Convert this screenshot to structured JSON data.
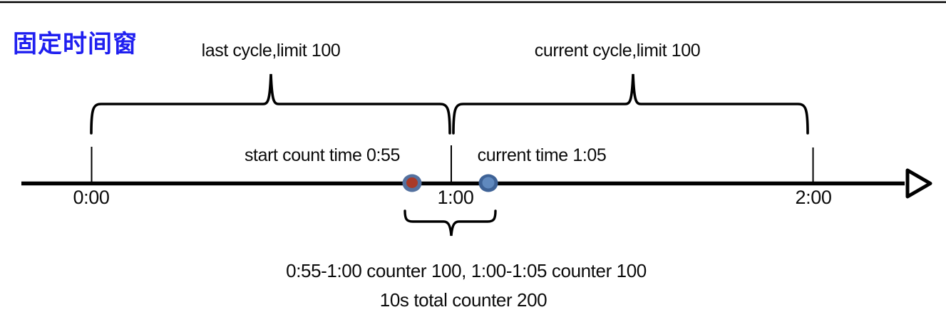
{
  "title": "固定时间窗",
  "colors": {
    "title_blue": "#1f1ff0",
    "line_black": "#000000",
    "red_dot_ring": "#54719f",
    "red_dot_fill": "#a93a28",
    "blue_dot_ring": "#3e6296",
    "blue_dot_fill": "#6089be"
  },
  "braces": {
    "last_cycle_label": "last cycle,limit 100",
    "current_cycle_label": "current cycle,limit 100"
  },
  "timeline": {
    "tick_labels": [
      "0:00",
      "1:00",
      "2:00"
    ],
    "start_count_label": "start count time 0:55",
    "current_time_label": "current time 1:05"
  },
  "summary": {
    "line1": "0:55-1:00 counter 100, 1:00-1:05 counter 100",
    "line2": "10s total counter 200"
  }
}
